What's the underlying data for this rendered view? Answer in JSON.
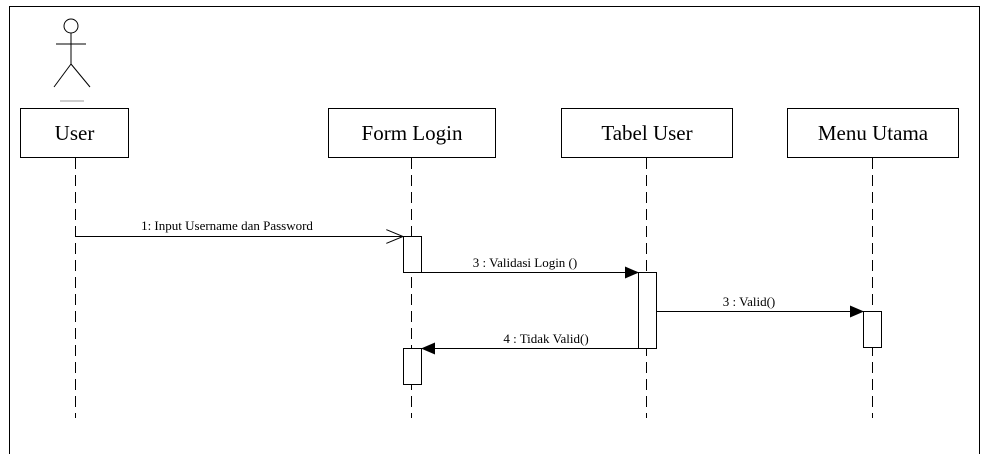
{
  "actor": {
    "name": "User"
  },
  "lifelines": [
    {
      "id": "user",
      "label": "User"
    },
    {
      "id": "form",
      "label": "Form Login"
    },
    {
      "id": "tabel",
      "label": "Tabel User"
    },
    {
      "id": "menu",
      "label": "Menu Utama"
    }
  ],
  "messages": [
    {
      "id": "m1",
      "from": "user",
      "to": "form",
      "label": "1: Input Username dan Password",
      "style": "open-arrow"
    },
    {
      "id": "m2",
      "from": "form",
      "to": "tabel",
      "label": "3 : Validasi Login ()",
      "style": "filled-arrow"
    },
    {
      "id": "m3",
      "from": "tabel",
      "to": "menu",
      "label": "3 : Valid()",
      "style": "filled-arrow"
    },
    {
      "id": "m4",
      "from": "tabel",
      "to": "form",
      "label": "4 : Tidak Valid()",
      "style": "filled-arrow"
    }
  ],
  "colors": {
    "line": "#000000",
    "background": "#ffffff"
  }
}
